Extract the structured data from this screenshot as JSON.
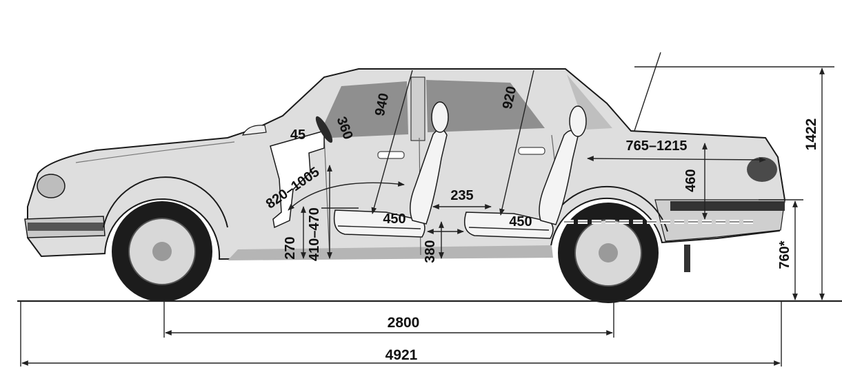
{
  "drawing": {
    "colors": {
      "ink": "#1a1a1a",
      "body": "#dedede",
      "shadow": "#a9a9a9",
      "glass": "#8f8f8f",
      "tyre": "#1c1c1c",
      "seat": "#f4f4f4",
      "background": "#ffffff"
    },
    "exterior": {
      "wheelbase": "2800",
      "overall_length": "4921",
      "overall_height": "1422",
      "trunk_sill_height": "760*"
    },
    "interior": {
      "steering_angle": "45",
      "wheel_to_dash": "360",
      "front_headroom": "940",
      "rear_headroom": "920",
      "pedal_to_seat": "820–1005",
      "front_seat_height": "410–470",
      "floor_height": "270",
      "front_seat_width": "450",
      "rear_seat_width": "450",
      "knee_room": "235",
      "sill_step": "380",
      "trunk_length": "765–1215",
      "trunk_depth": "460"
    }
  }
}
